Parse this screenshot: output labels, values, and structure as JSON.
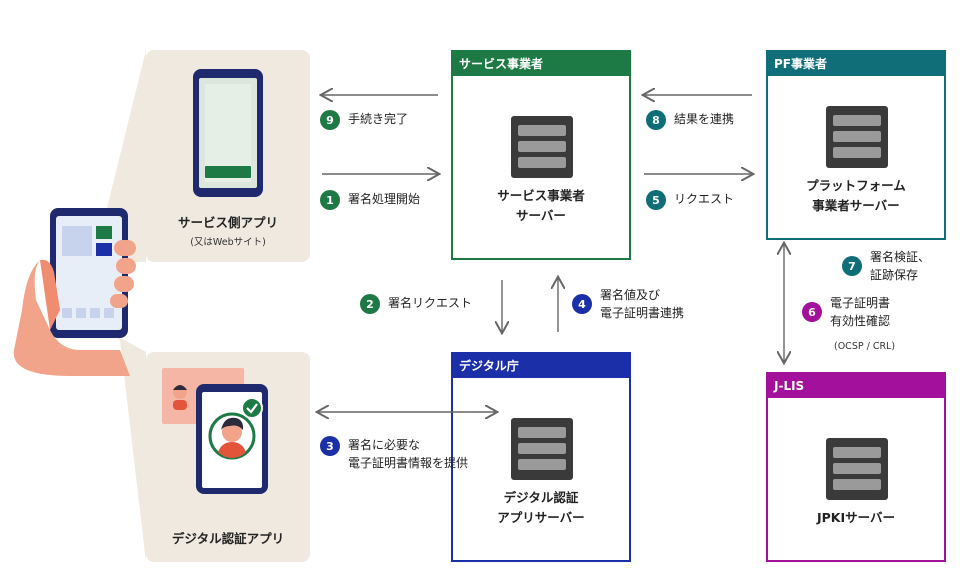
{
  "service_app": {
    "label": "サービス側アプリ",
    "sublabel": "(又はWebサイト)"
  },
  "digital_auth_app": {
    "label": "デジタル認証アプリ"
  },
  "service_provider": {
    "header": "サービス事業者",
    "server_label": "サービス事業者\nサーバー"
  },
  "pf_provider": {
    "header": "PF事業者",
    "server_label": "プラットフォーム\n事業者サーバー"
  },
  "digital_agency": {
    "header": "デジタル庁",
    "server_label": "デジタル認証\nアプリサーバー"
  },
  "jlis": {
    "header": "J-LIS",
    "server_label": "JPKIサーバー"
  },
  "steps": [
    {
      "num": "1",
      "text": "署名処理開始",
      "color": "#1e7a45"
    },
    {
      "num": "2",
      "text": "署名リクエスト",
      "color": "#1e7a45"
    },
    {
      "num": "3",
      "text": "署名に必要な\n電子証明書情報を提供",
      "color": "#1a2fa8"
    },
    {
      "num": "4",
      "text": "署名値及び\n電子証明書連携",
      "color": "#1a2fa8"
    },
    {
      "num": "5",
      "text": "リクエスト",
      "color": "#0f6e78"
    },
    {
      "num": "6",
      "text": "電子証明書\n有効性確認",
      "color": "#a3119c"
    },
    {
      "num": "7",
      "text": "署名検証、\n証跡保存",
      "color": "#0f6e78"
    },
    {
      "num": "8",
      "text": "結果を連携",
      "color": "#0f6e78"
    },
    {
      "num": "9",
      "text": "手続き完了",
      "color": "#1e7a45"
    }
  ],
  "step6_note": "(OCSP / CRL)",
  "colors": {
    "green": "#1e7a45",
    "teal": "#0f6e78",
    "navy": "#1a2fa8",
    "purple": "#a3119c",
    "beige": "#efe9df",
    "arrow": "#666666"
  }
}
